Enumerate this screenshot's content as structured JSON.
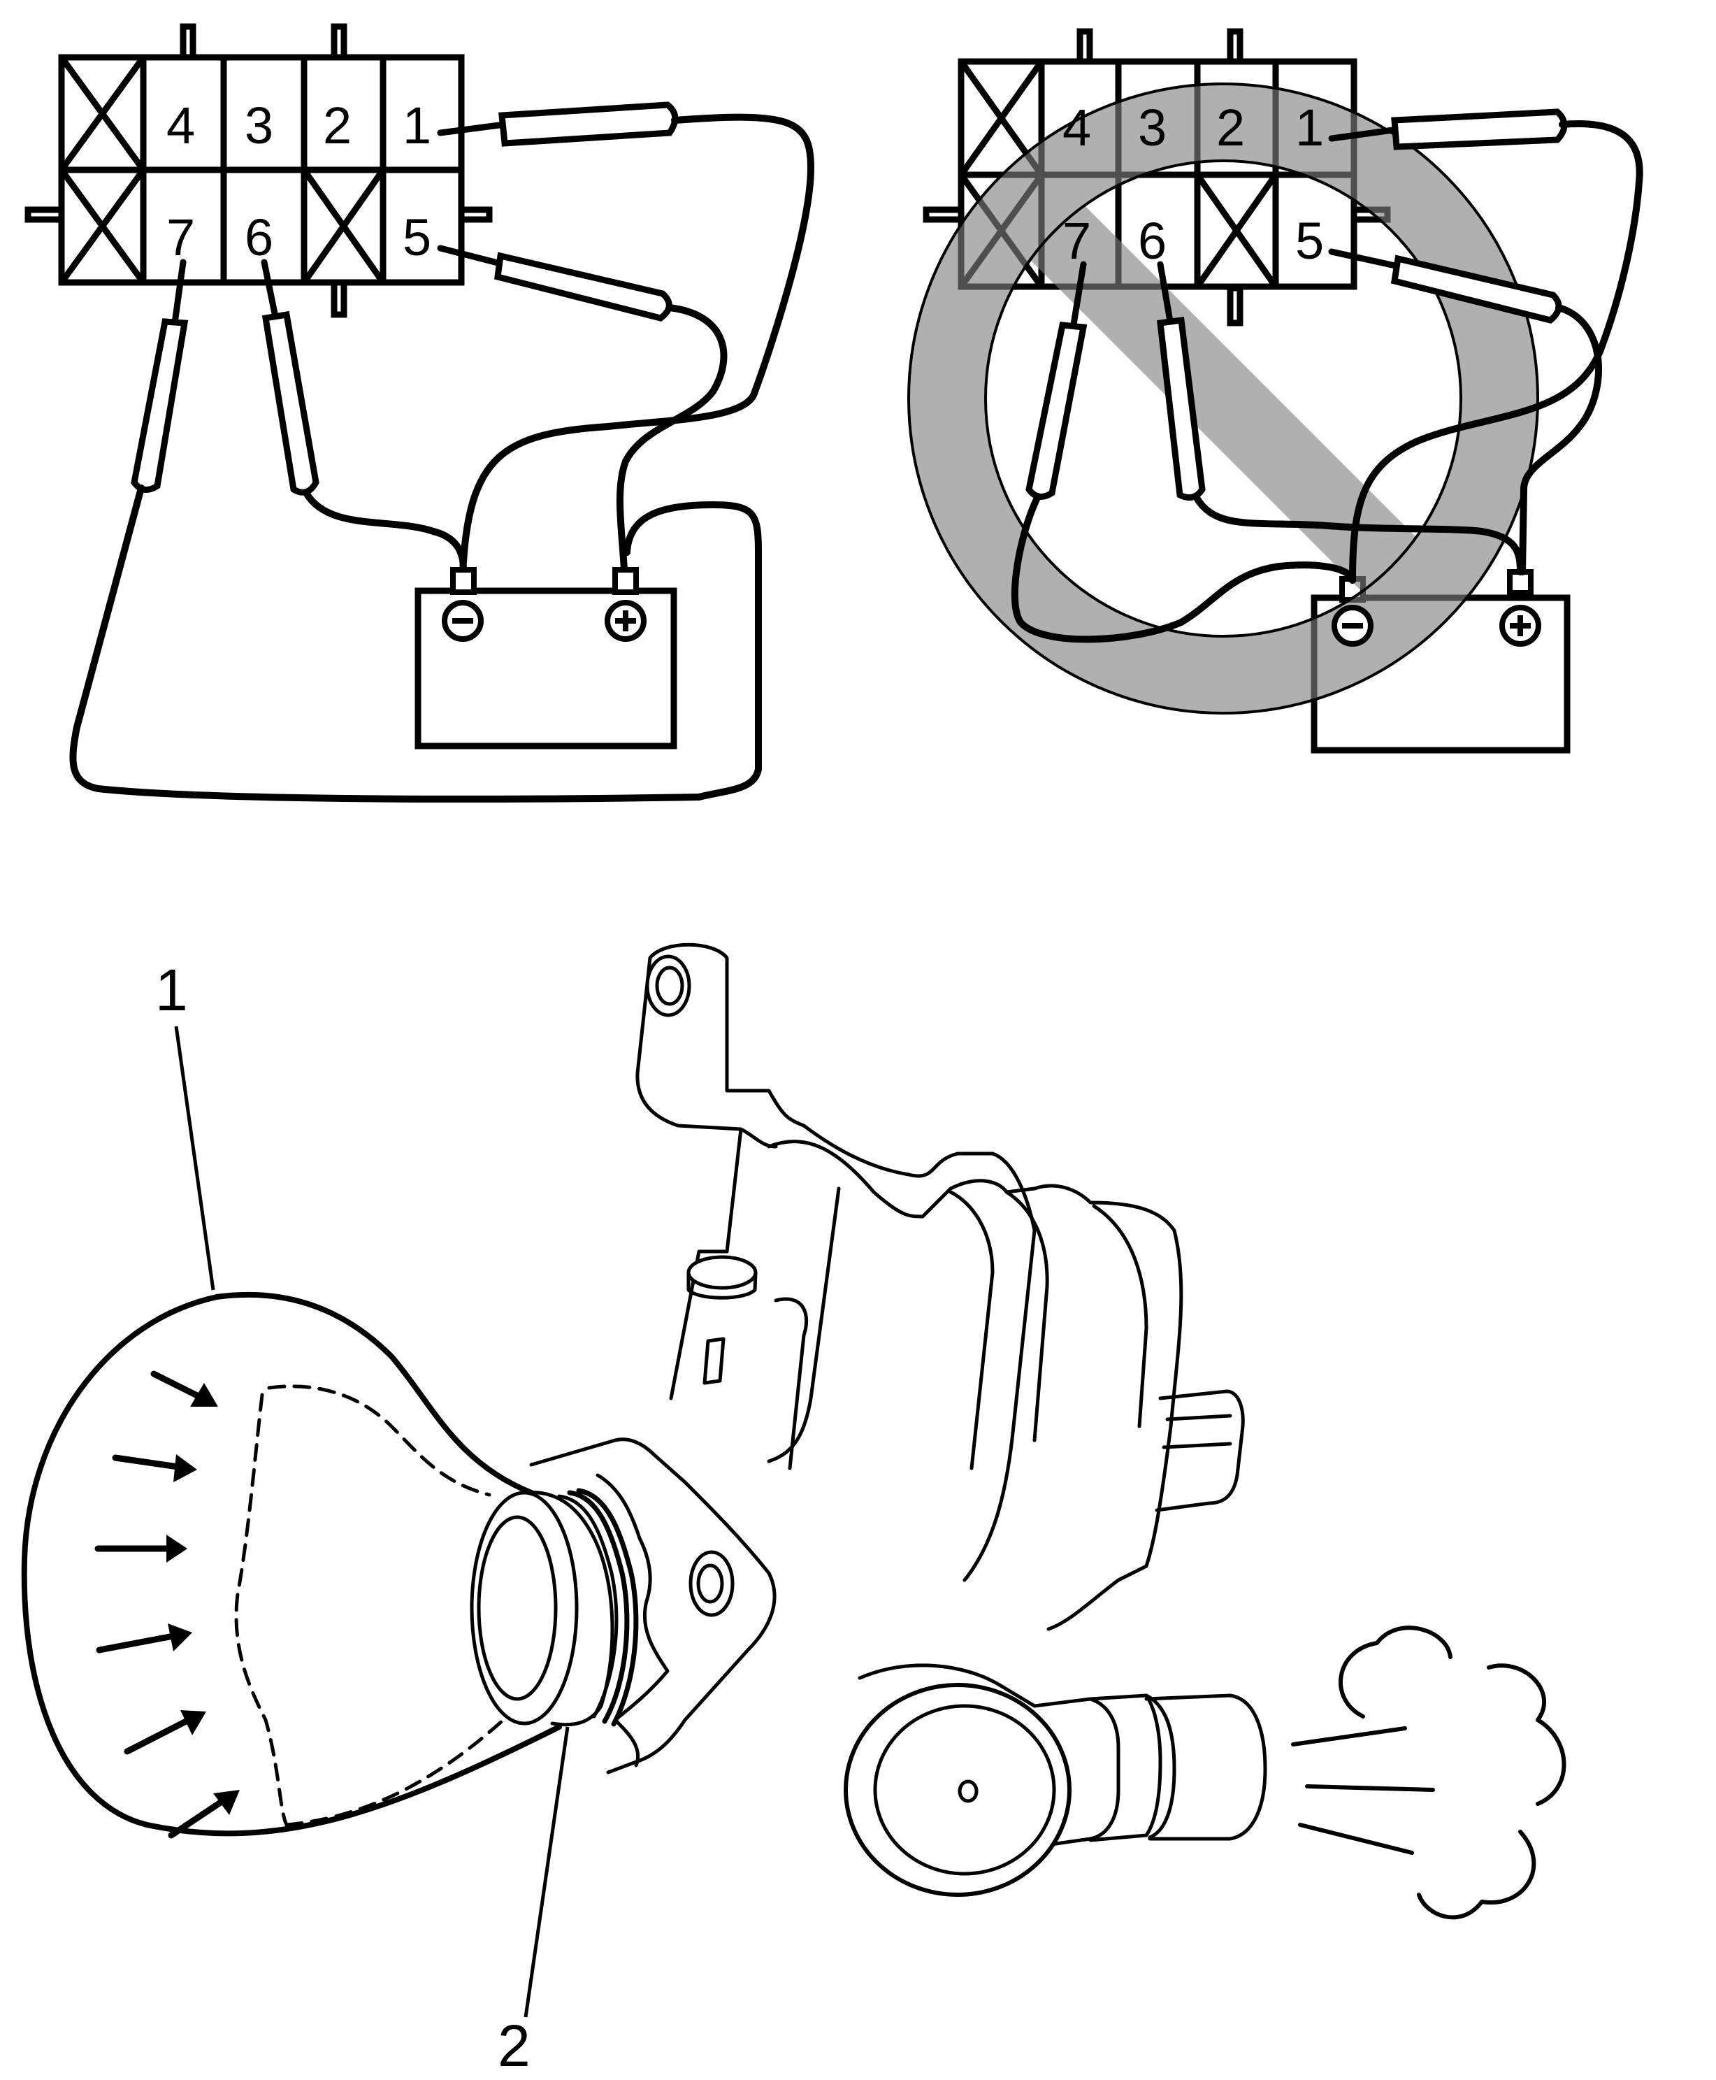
{
  "correct_connector": {
    "top_row": [
      "",
      "4",
      "3",
      "2",
      "1"
    ],
    "bottom_row": [
      "",
      "7",
      "6",
      "",
      "5"
    ]
  },
  "incorrect_connector": {
    "top_row": [
      "",
      "4",
      "3",
      "2",
      "1"
    ],
    "bottom_row": [
      "",
      "7",
      "6",
      "",
      "5"
    ]
  },
  "battery": {
    "negative_symbol": "⊖",
    "positive_symbol": "⊕"
  },
  "callouts": {
    "vacuum_bag": "1",
    "seal": "2"
  },
  "colors": {
    "line": "#000000",
    "prohibition": "#9a9a9a",
    "background": "#ffffff"
  }
}
